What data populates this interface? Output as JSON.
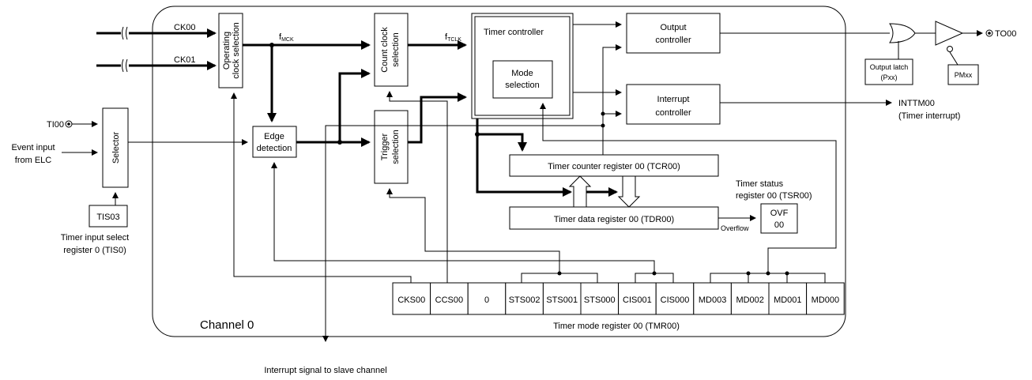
{
  "channel_label": "Channel 0",
  "clocks": {
    "ck00": "CK00",
    "ck01": "CK01"
  },
  "signals": {
    "fmck_main": "f",
    "fmck_sub": "MCK",
    "ftclk_main": "f",
    "ftclk_sub": "TCLK"
  },
  "blocks": {
    "operating_clock_selection": [
      "Operating",
      "clock selection"
    ],
    "count_clock_selection": [
      "Count clock",
      "selection"
    ],
    "edge_detection": [
      "Edge",
      "detection"
    ],
    "trigger_selection": [
      "Trigger",
      "selection"
    ],
    "timer_controller": "Timer controller",
    "mode_selection": [
      "Mode",
      "selection"
    ],
    "output_controller": [
      "Output",
      "controller"
    ],
    "interrupt_controller": [
      "Interrupt",
      "controller"
    ],
    "timer_counter_register": "Timer counter register 00 (TCR00)",
    "timer_data_register": "Timer data register 00 (TDR00)",
    "selector": "Selector",
    "tis03": "TIS03",
    "ovf": [
      "OVF",
      "00"
    ],
    "output_latch": [
      "Output latch",
      "(Pxx)"
    ],
    "pmxx": "PMxx"
  },
  "labels": {
    "ti00": "TI00",
    "event_input": [
      "Event input",
      "from ELC"
    ],
    "tis0_caption": [
      "Timer input select",
      "register 0 (TIS0)"
    ],
    "tsr_caption": [
      "Timer status",
      "register 00 (TSR00)"
    ],
    "overflow": "Overflow",
    "to00": "TO00",
    "inttm": [
      "INTTM00",
      "(Timer interrupt)"
    ],
    "tmr_caption": "Timer mode register 00 (TMR00)",
    "slave": "Interrupt signal to slave channel"
  },
  "tmr_bits": [
    "CKS00",
    "CCS00",
    "0",
    "STS002",
    "STS001",
    "STS000",
    "CIS001",
    "CIS000",
    "MD003",
    "MD002",
    "MD001",
    "MD000"
  ]
}
